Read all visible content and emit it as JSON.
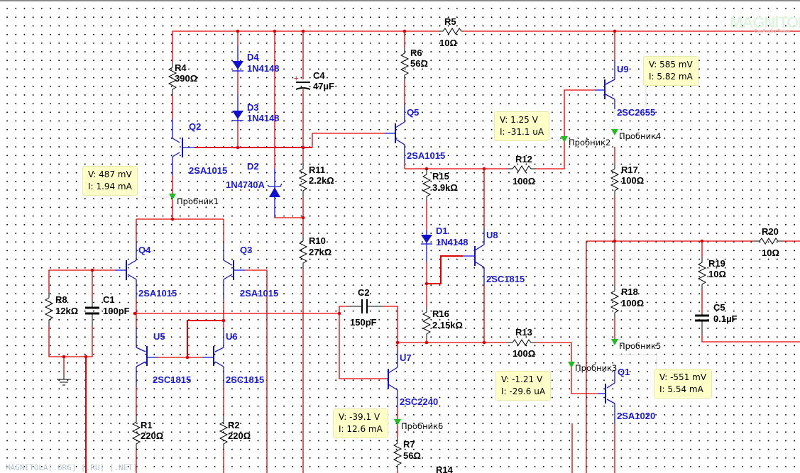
{
  "watermark": {
    "logo": "MAGNITOLA",
    "logo_sub": "CarAudio Team",
    "footer": "MAGNITOLA[.ORG] [.RU] [.NET]"
  },
  "components": {
    "R4": {
      "ref": "R4",
      "value": "390Ω"
    },
    "R5": {
      "ref": "R5",
      "value": "10Ω"
    },
    "R6": {
      "ref": "R6",
      "value": "56Ω"
    },
    "R11": {
      "ref": "R11",
      "value": "2.2kΩ"
    },
    "R10": {
      "ref": "R10",
      "value": "27kΩ"
    },
    "R15": {
      "ref": "R15",
      "value": "3.9kΩ"
    },
    "R12": {
      "ref": "R12",
      "value": "100Ω"
    },
    "R17": {
      "ref": "R17",
      "value": "100Ω"
    },
    "R8": {
      "ref": "R8",
      "value": "12kΩ"
    },
    "R16": {
      "ref": "R16",
      "value": "2.15kΩ"
    },
    "R13": {
      "ref": "R13",
      "value": "100Ω"
    },
    "R18": {
      "ref": "R18",
      "value": "100Ω"
    },
    "R19": {
      "ref": "R19",
      "value": "10Ω"
    },
    "R20": {
      "ref": "R20",
      "value": "10Ω"
    },
    "R1": {
      "ref": "R1",
      "value": "220Ω"
    },
    "R2": {
      "ref": "R2",
      "value": "220Ω"
    },
    "R7": {
      "ref": "R7",
      "value": "56Ω"
    },
    "R14": {
      "ref": "R14"
    },
    "C4": {
      "ref": "C4",
      "value": "47µF"
    },
    "C1": {
      "ref": "C1",
      "value": "100pF"
    },
    "C2": {
      "ref": "C2",
      "value": "150pF"
    },
    "C5": {
      "ref": "C5",
      "value": "0.1µF"
    },
    "D4": {
      "ref": "D4",
      "value": "1N4148"
    },
    "D3": {
      "ref": "D3",
      "value": "1N4148"
    },
    "D2": {
      "ref": "D2",
      "value": "1N4740A"
    },
    "D1": {
      "ref": "D1",
      "value": "1N4148"
    },
    "Q2": {
      "ref": "Q2",
      "value": "2SA1015"
    },
    "Q5": {
      "ref": "Q5",
      "value": "2SA1015"
    },
    "Q4": {
      "ref": "Q4",
      "value": "2SA1015"
    },
    "Q3": {
      "ref": "Q3",
      "value": "2SA1015"
    },
    "U5": {
      "ref": "U5",
      "value": "2SC1815"
    },
    "U6": {
      "ref": "U6",
      "value": "2SC1815"
    },
    "U8": {
      "ref": "U8",
      "value": "2SC1815"
    },
    "U7": {
      "ref": "U7",
      "value": "2SC2240"
    },
    "U9": {
      "ref": "U9",
      "value": "2SC2655"
    },
    "Q1": {
      "ref": "Q1",
      "value": "2SA1020"
    }
  },
  "probes": {
    "p1": {
      "name": "Пробник1",
      "v": "V: 487 mV",
      "i": "I: 1.94 mA"
    },
    "p2": {
      "name": "Пробник2",
      "v": "V: 1.25 V",
      "i": "I: -31.1 uA"
    },
    "p3": {
      "name": "Пробник3",
      "v": "V: -1.21 V",
      "i": "I: -29.6 uA"
    },
    "p4": {
      "name": "Пробник4",
      "v": "V: 585 mV",
      "i": "I: 5.82 mA"
    },
    "p5": {
      "name": "Пробник5",
      "v": "V: -551 mV",
      "i": "I: 5.54 mA"
    },
    "p6": {
      "name": "Пробник6",
      "v": "V: -39.1 V",
      "i": "I: 12.6 mA"
    }
  },
  "colors": {
    "wire": "#e00000",
    "device": "#1010d0",
    "probe": "#22bb22",
    "tooltip": "#ffffc8"
  }
}
